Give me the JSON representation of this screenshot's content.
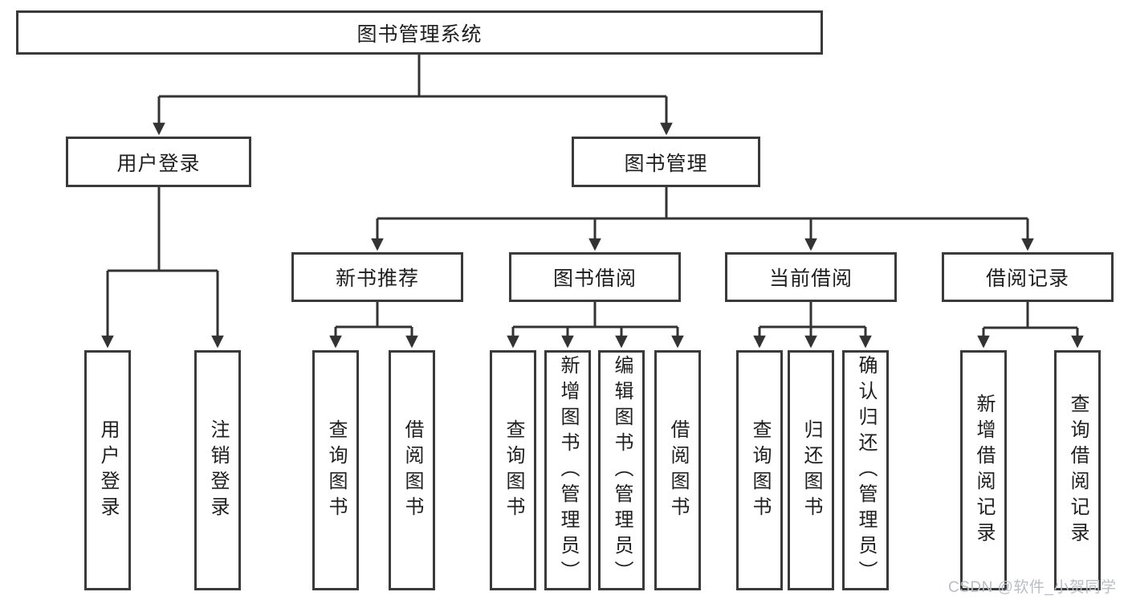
{
  "diagram": {
    "root": {
      "label": "图书管理系统"
    },
    "user_login": {
      "label": "用户登录",
      "children": [
        {
          "label": "用户登录"
        },
        {
          "label": "注销登录"
        }
      ]
    },
    "book_mgmt": {
      "label": "图书管理",
      "sections": [
        {
          "label": "新书推荐",
          "children": [
            {
              "label": "查询图书"
            },
            {
              "label": "借阅图书"
            }
          ]
        },
        {
          "label": "图书借阅",
          "children": [
            {
              "label": "查询图书"
            },
            {
              "label": "新增图书（管理员）"
            },
            {
              "label": "编辑图书（管理员）"
            },
            {
              "label": "借阅图书"
            }
          ]
        },
        {
          "label": "当前借阅",
          "children": [
            {
              "label": "查询图书"
            },
            {
              "label": "归还图书"
            },
            {
              "label": "确认归还（管理员）"
            }
          ]
        },
        {
          "label": "借阅记录",
          "children": [
            {
              "label": "新增借阅记录"
            },
            {
              "label": "查询借阅记录"
            }
          ]
        }
      ]
    }
  },
  "watermark": {
    "text": "CSDN @软件_小贺同学",
    "color": "#b9bdc4"
  },
  "colors": {
    "line": "#333333",
    "box_border": "#3a3a3a",
    "box_text": "#1f1f1f",
    "background": "#ffffff"
  }
}
